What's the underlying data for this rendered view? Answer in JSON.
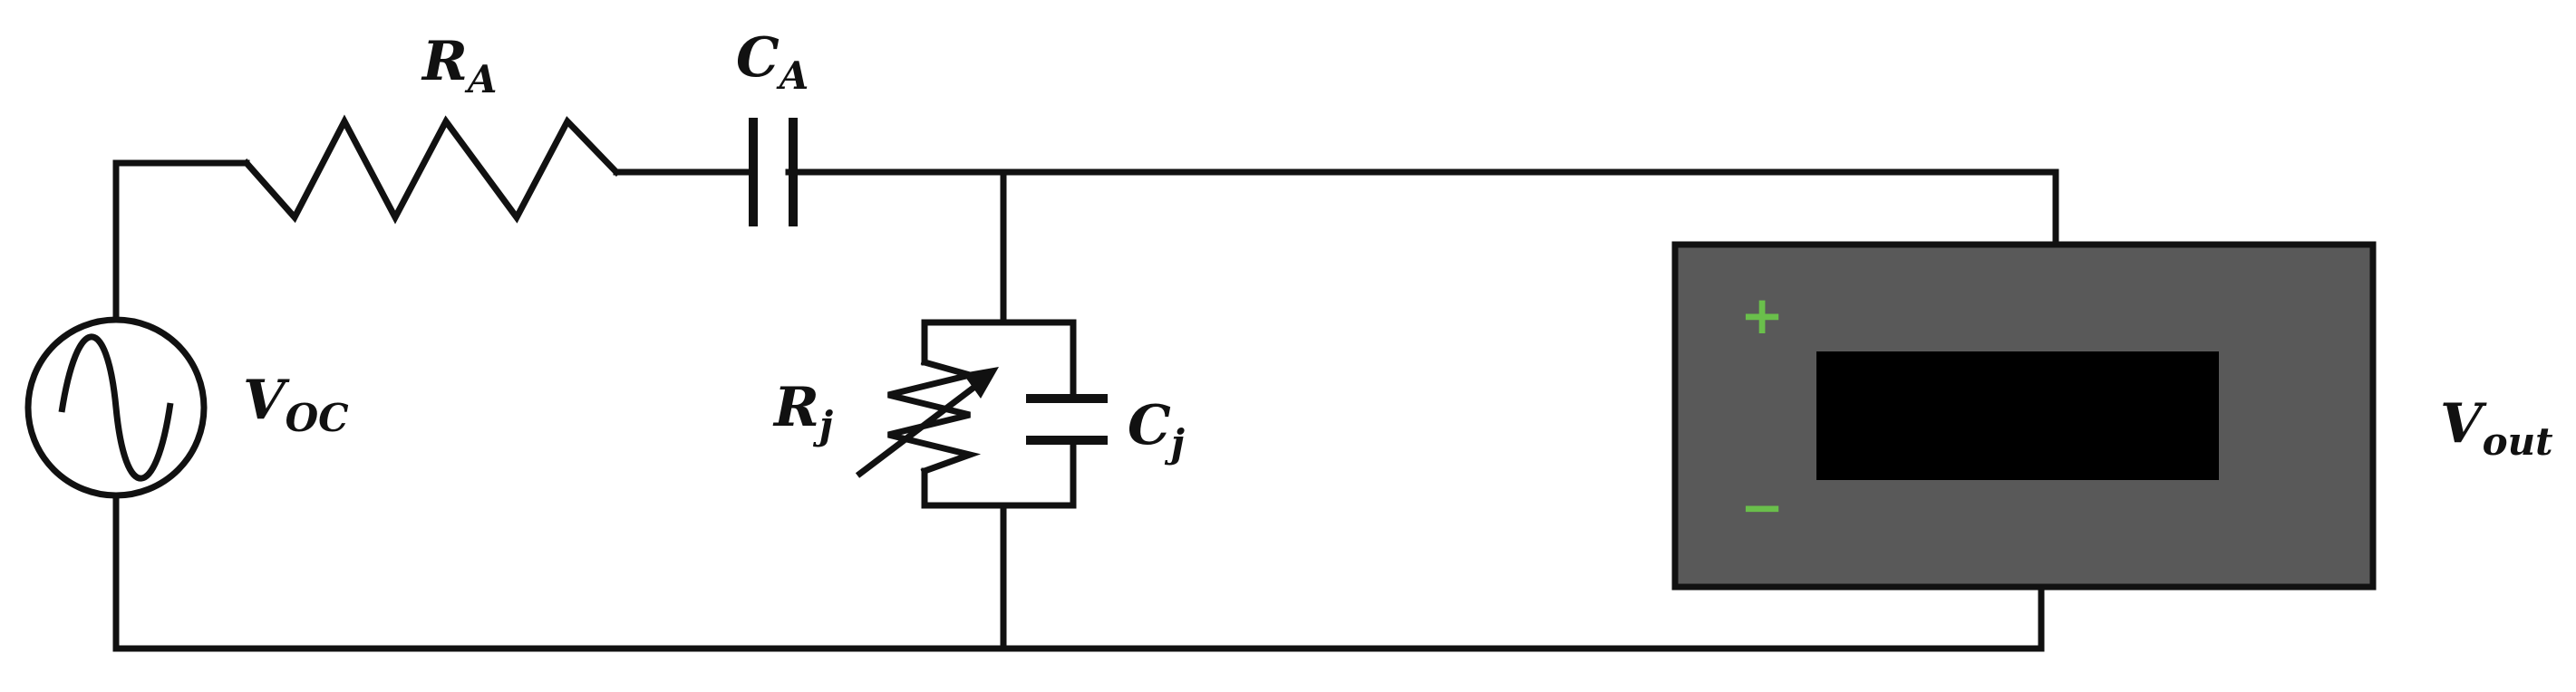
{
  "labels": {
    "source": {
      "main": "V",
      "sub": "OC"
    },
    "series_resistor": {
      "main": "R",
      "sub": "A"
    },
    "series_capacitor": {
      "main": "C",
      "sub": "A"
    },
    "junction_resistor": {
      "main": "R",
      "sub": "j"
    },
    "junction_capacitor": {
      "main": "C",
      "sub": "j"
    },
    "output": {
      "main": "V",
      "sub": "out"
    }
  },
  "meter": {
    "plus": "+",
    "minus": "−",
    "body_color": "#595959",
    "display_color": "#000000",
    "sign_color": "#6abf4b"
  },
  "wire_color": "#111111"
}
